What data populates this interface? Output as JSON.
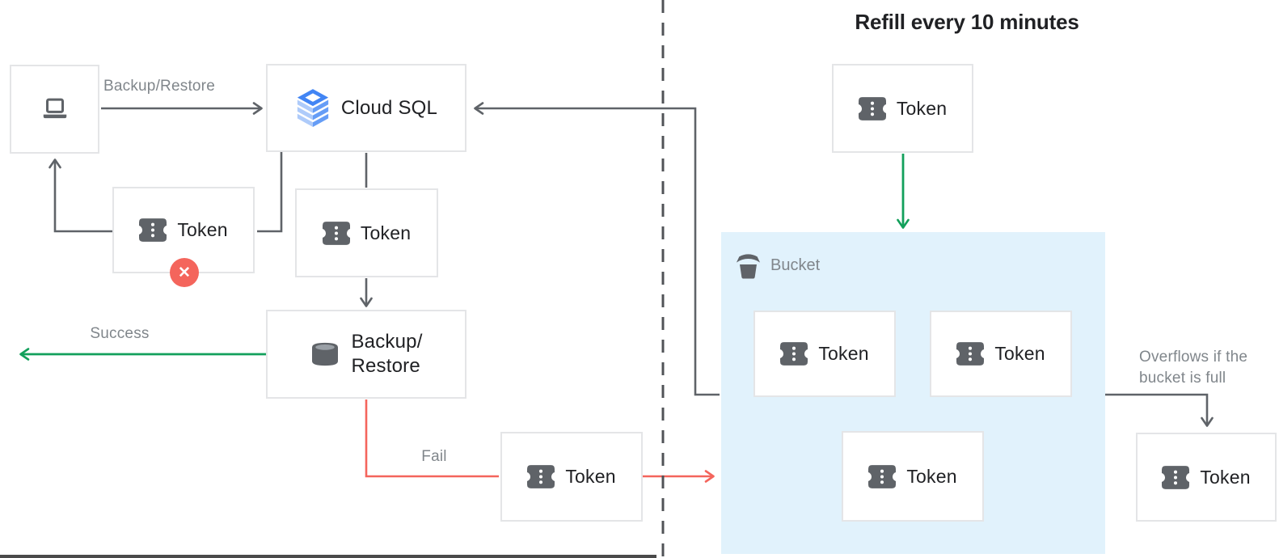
{
  "header": {
    "title": "Refill every 10 minutes"
  },
  "labels": {
    "cloud_sql": "Cloud SQL",
    "token": "Token",
    "backup_line1": "Backup/",
    "backup_line2": "Restore",
    "bucket": "Bucket",
    "edge_request": "Backup/Restore",
    "edge_success": "Success",
    "edge_fail": "Fail",
    "overflow_line1": "Overflows if the",
    "overflow_line2": "bucket is full",
    "rejected_mark": "✕"
  },
  "icons": {
    "client": "laptop-icon",
    "cloud_sql": "cloud-sql-layers-icon",
    "token": "ticket-icon",
    "backup_restore": "database-cylinder-icon",
    "bucket": "bucket-icon",
    "rejected": "x-circle-icon"
  },
  "colors": {
    "wire": "#5f6368",
    "success_green": "#12a05b",
    "fail_red": "#f4655c",
    "bucket_bg": "#e1f2fc",
    "box_border": "#e4e5e7",
    "muted_text": "#80868b",
    "dark_text": "#202124",
    "icon_gray": "#5f6368",
    "sql_blue": "#4285f4",
    "sql_blue_light": "#aecbfa",
    "sql_blue_mid": "#669df6",
    "divider": "#505357",
    "bottom_edge": "#4a4a4a"
  }
}
